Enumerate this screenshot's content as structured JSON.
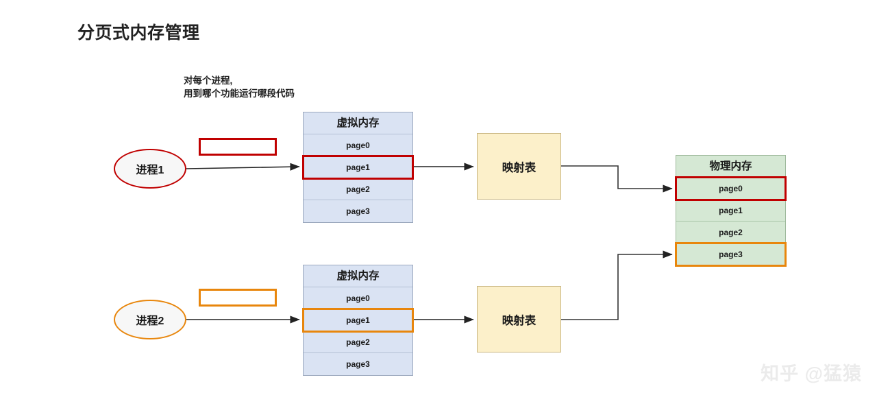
{
  "title": "分页式内存管理",
  "note": {
    "line1": "对每个进程,",
    "line2": "用到哪个功能运行哪段代码"
  },
  "colors": {
    "process1_accent": "#c00000",
    "process2_accent": "#e8860c",
    "virtual_memory_fill": "#dae3f3",
    "physical_memory_fill": "#d5e8d4",
    "mapping_table_fill": "#fcf0ca",
    "connector": "#333333"
  },
  "processes": [
    {
      "label": "进程1",
      "accent": "#c00000"
    },
    {
      "label": "进程2",
      "accent": "#e8860c"
    }
  ],
  "legend_rects": [
    {
      "label": "",
      "accent": "#c00000"
    },
    {
      "label": "",
      "accent": "#e8860c"
    }
  ],
  "virtual_memory": [
    {
      "header": "虚拟内存",
      "rows": [
        {
          "label": "page0",
          "highlight": "none"
        },
        {
          "label": "page1",
          "highlight": "red"
        },
        {
          "label": "page2",
          "highlight": "none"
        },
        {
          "label": "page3",
          "highlight": "none"
        }
      ]
    },
    {
      "header": "虚拟内存",
      "rows": [
        {
          "label": "page0",
          "highlight": "none"
        },
        {
          "label": "page1",
          "highlight": "orange"
        },
        {
          "label": "page2",
          "highlight": "none"
        },
        {
          "label": "page3",
          "highlight": "none"
        }
      ]
    }
  ],
  "mapping_tables": [
    {
      "label": "映射表"
    },
    {
      "label": "映射表"
    }
  ],
  "physical_memory": {
    "header": "物理内存",
    "rows": [
      {
        "label": "page0",
        "highlight": "red"
      },
      {
        "label": "page1",
        "highlight": "none"
      },
      {
        "label": "page2",
        "highlight": "none"
      },
      {
        "label": "page3",
        "highlight": "orange"
      }
    ]
  },
  "watermark": "知乎 @猛猿"
}
